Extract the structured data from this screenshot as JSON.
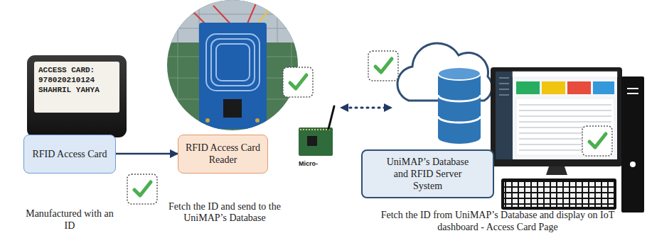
{
  "diagram": {
    "nodes": [
      {
        "text": [
          "RFID Access Card"
        ]
      },
      {
        "text": [
          "RFID Access Card Reader"
        ]
      },
      {
        "text": [
          "UniMAP’s Database and RFID Server System"
        ]
      }
    ],
    "edges": [
      {
        "from": 0,
        "to": 1,
        "arrow": "to"
      }
    ],
    "labels": [
      "ACCESS CARD: 978020210124 SHAHRIL YAHYA",
      "Manufactured with an ID",
      "Fetch the ID and send to the UniMAP’s Database",
      "Micro-",
      "Fetch the ID from UniMAP’s Database and display on IoT dashboard - Access Card Page"
    ]
  }
}
